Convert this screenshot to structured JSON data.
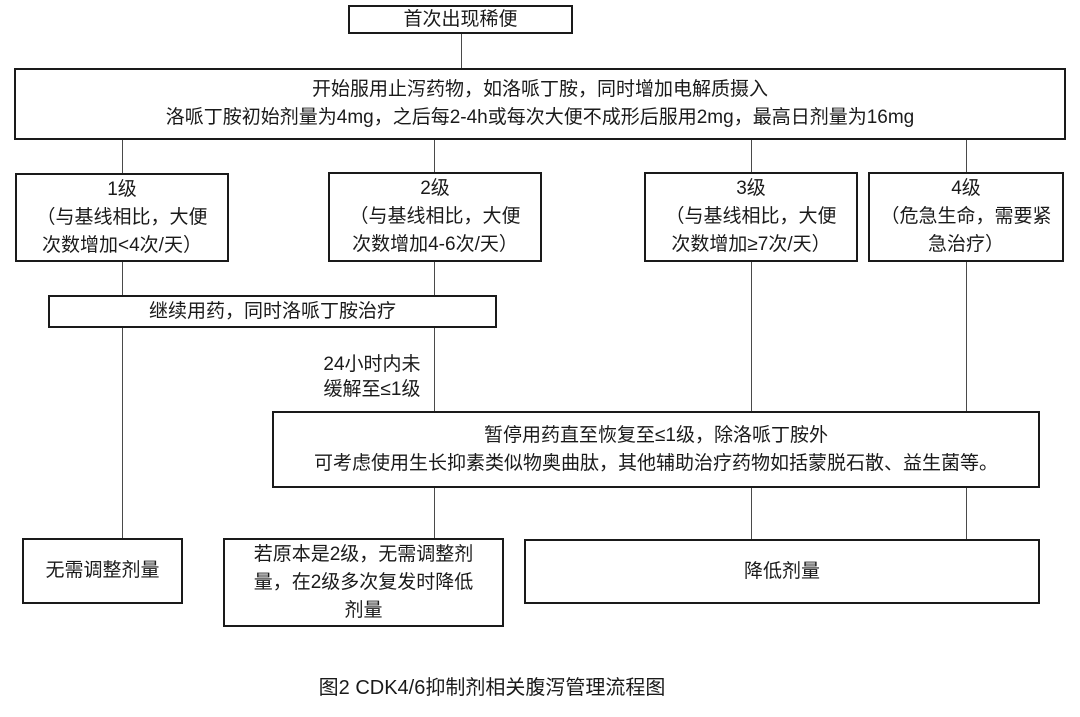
{
  "figure": {
    "caption": "图2 CDK4/6抑制剂相关腹泻管理流程图"
  },
  "flowchart": {
    "nodes": {
      "start": {
        "text": "首次出现稀便"
      },
      "treatment": {
        "text": "开始服用止泻药物，如洛哌丁胺，同时增加电解质摄入\n洛哌丁胺初始剂量为4mg，之后每2-4h或每次大便不成形后服用2mg，最高日剂量为16mg"
      },
      "grade1": {
        "text": "1级\n（与基线相比，大便\n次数增加<4次/天）"
      },
      "grade2": {
        "text": "2级\n（与基线相比，大便\n次数增加4-6次/天）"
      },
      "grade3": {
        "text": "3级\n（与基线相比，大便\n次数增加≥7次/天）"
      },
      "grade4": {
        "text": "4级\n（危急生命，需要紧\n急治疗）"
      },
      "continue": {
        "text": "继续用药，同时洛哌丁胺治疗"
      },
      "pause": {
        "text": "暂停用药直至恢复至≤1级，除洛哌丁胺外\n可考虑使用生长抑素类似物奥曲肽，其他辅助治疗药物如括蒙脱石散、益生菌等。"
      },
      "no_adjust": {
        "text": "无需调整剂量"
      },
      "grade2_recurrent": {
        "text": "若原本是2级，无需调整剂\n量，在2级多次复发时降低\n剂量"
      },
      "reduce": {
        "text": "降低剂量"
      }
    },
    "edge_labels": {
      "not_relieved": "24小时内未\n缓解至≤1级"
    },
    "colors": {
      "border": "#1a1a1a",
      "line": "#4a4a4a",
      "text": "#1a1a1a",
      "background": "#ffffff"
    }
  }
}
